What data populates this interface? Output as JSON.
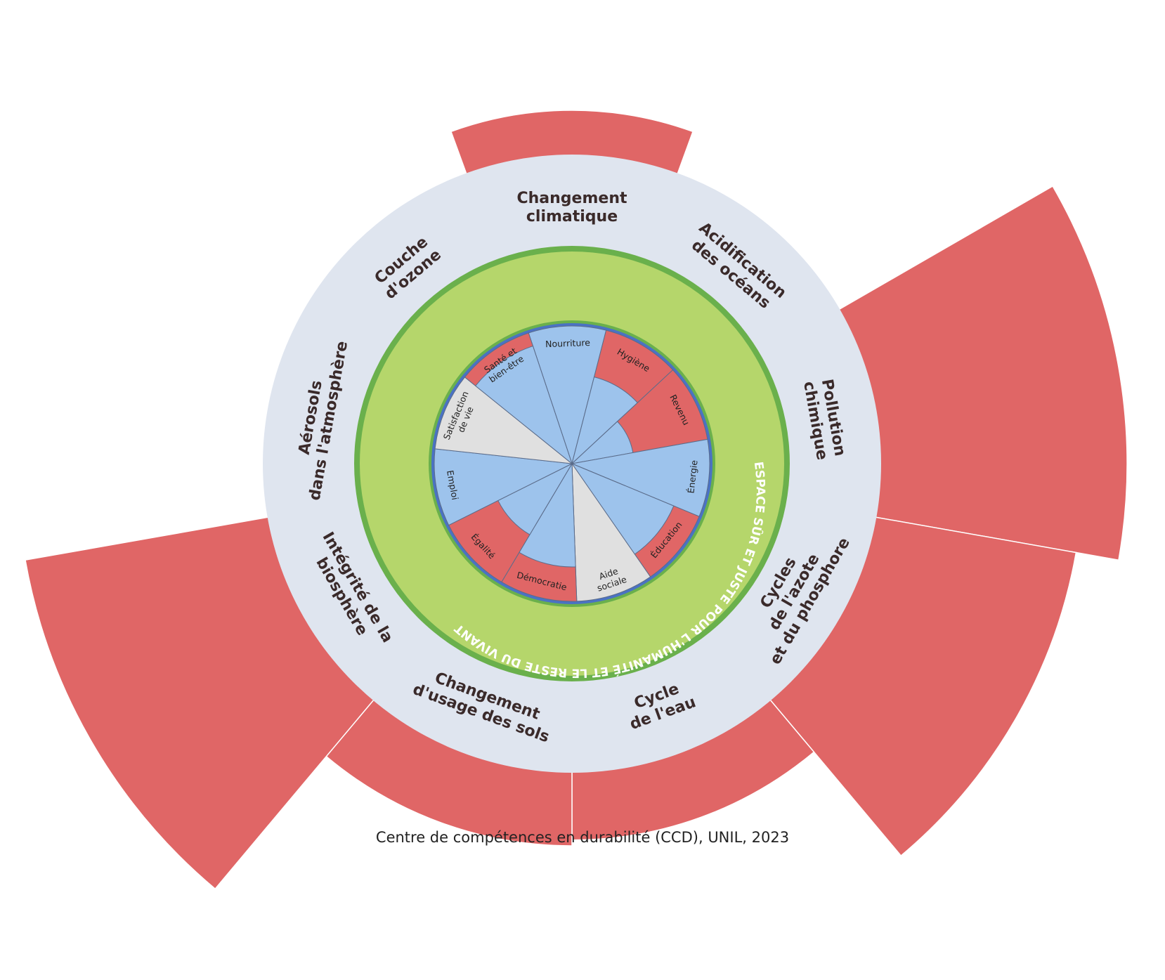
{
  "colors": {
    "overshoot": "#e06666",
    "safe_ring": "#b5d66b",
    "ring_border": "#6ab04c",
    "boundary_band": "#dfe5ef",
    "social_ok": "#9dc3ec",
    "social_shortfall": "#e06666",
    "social_unknown": "#e0e0e0",
    "inner_border": "#4a72c4"
  },
  "diagram": {
    "ring_label": "ESPACE SÛR ET JUSTE POUR L'HUMANITÉ ET LE RESTE DU VIVANT",
    "caption": "Centre de compétences en durabilité (CCD), UNIL, 2023",
    "planetary_boundaries": [
      {
        "label_lines": [
          "Changement",
          "climatique"
        ],
        "overshoot": 0.3
      },
      {
        "label_lines": [
          "Acidification",
          "des océans"
        ],
        "overshoot": 0.0
      },
      {
        "label_lines": [
          "Pollution",
          "chimique"
        ],
        "overshoot": 1.0
      },
      {
        "label_lines": [
          "Cycles",
          "de l'azote",
          "et du phosphore"
        ],
        "overshoot": 0.85
      },
      {
        "label_lines": [
          "Cycle",
          "de l'eau"
        ],
        "overshoot": 0.38
      },
      {
        "label_lines": [
          "Changement",
          "d'usage des sols"
        ],
        "overshoot": 0.4
      },
      {
        "label_lines": [
          "Intégrité de la",
          "biosphère"
        ],
        "overshoot": 1.0
      },
      {
        "label_lines": [
          "Aérosols",
          "dans l'atmosphère"
        ],
        "overshoot": 0.0
      },
      {
        "label_lines": [
          "Couche",
          "d'ozone"
        ],
        "overshoot": 0.0
      }
    ],
    "social_foundation": [
      {
        "label_lines": [
          "Nourriture"
        ],
        "status": "ok",
        "level": 1.0
      },
      {
        "label_lines": [
          "Hygiène"
        ],
        "status": "shortfall",
        "level": 0.65
      },
      {
        "label_lines": [
          "Revenu"
        ],
        "status": "shortfall",
        "level": 0.45
      },
      {
        "label_lines": [
          "Énergie"
        ],
        "status": "ok",
        "level": 0.9
      },
      {
        "label_lines": [
          "Éducation"
        ],
        "status": "shortfall",
        "level": 0.8
      },
      {
        "label_lines": [
          "Aide",
          "sociale"
        ],
        "status": "unknown",
        "level": 1.0
      },
      {
        "label_lines": [
          "Démocratie"
        ],
        "status": "shortfall",
        "level": 0.75
      },
      {
        "label_lines": [
          "Égalité"
        ],
        "status": "shortfall",
        "level": 0.6
      },
      {
        "label_lines": [
          "Emploi"
        ],
        "status": "ok",
        "level": 1.0
      },
      {
        "label_lines": [
          "Satisfaction",
          "de vie"
        ],
        "status": "unknown",
        "level": 1.0
      },
      {
        "label_lines": [
          "Santé et",
          "bien-être"
        ],
        "status": "shortfall",
        "level": 0.9
      }
    ]
  }
}
